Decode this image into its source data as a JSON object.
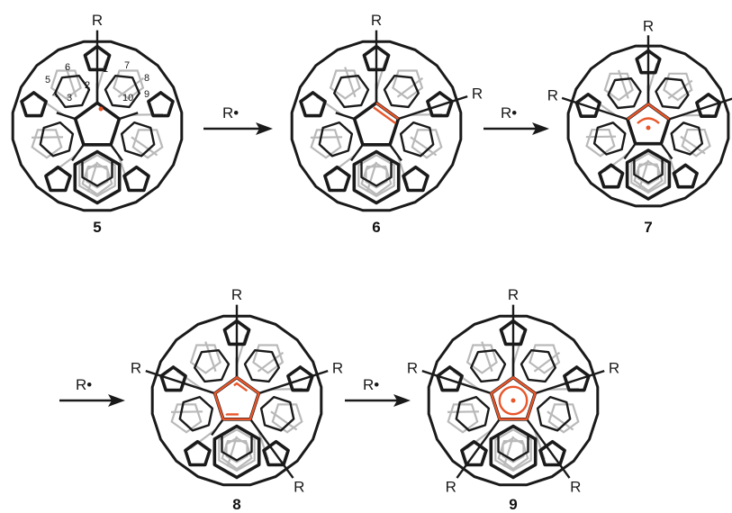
{
  "colors": {
    "ink": "#1a1a1a",
    "back_bonds": "#b9b9b9",
    "highlight": "#e8562a"
  },
  "substituent_label": "R",
  "reagent_label": "R•",
  "structures": [
    {
      "label": "5",
      "r_count": 1,
      "highlight": "radical-dot",
      "atom_numbers": [
        "1",
        "2",
        "3",
        "4",
        "5",
        "6",
        "7",
        "8",
        "9",
        "10"
      ]
    },
    {
      "label": "6",
      "r_count": 2,
      "highlight": "double-bond"
    },
    {
      "label": "7",
      "r_count": 3,
      "highlight": "allyl-radical"
    },
    {
      "label": "8",
      "r_count": 4,
      "highlight": "cyclopentadiene"
    },
    {
      "label": "9",
      "r_count": 5,
      "highlight": "cyclopentadienyl-radical"
    }
  ],
  "arrows": [
    {
      "label": "R•"
    },
    {
      "label": "R•"
    },
    {
      "label": "R•"
    },
    {
      "label": "R•"
    }
  ]
}
